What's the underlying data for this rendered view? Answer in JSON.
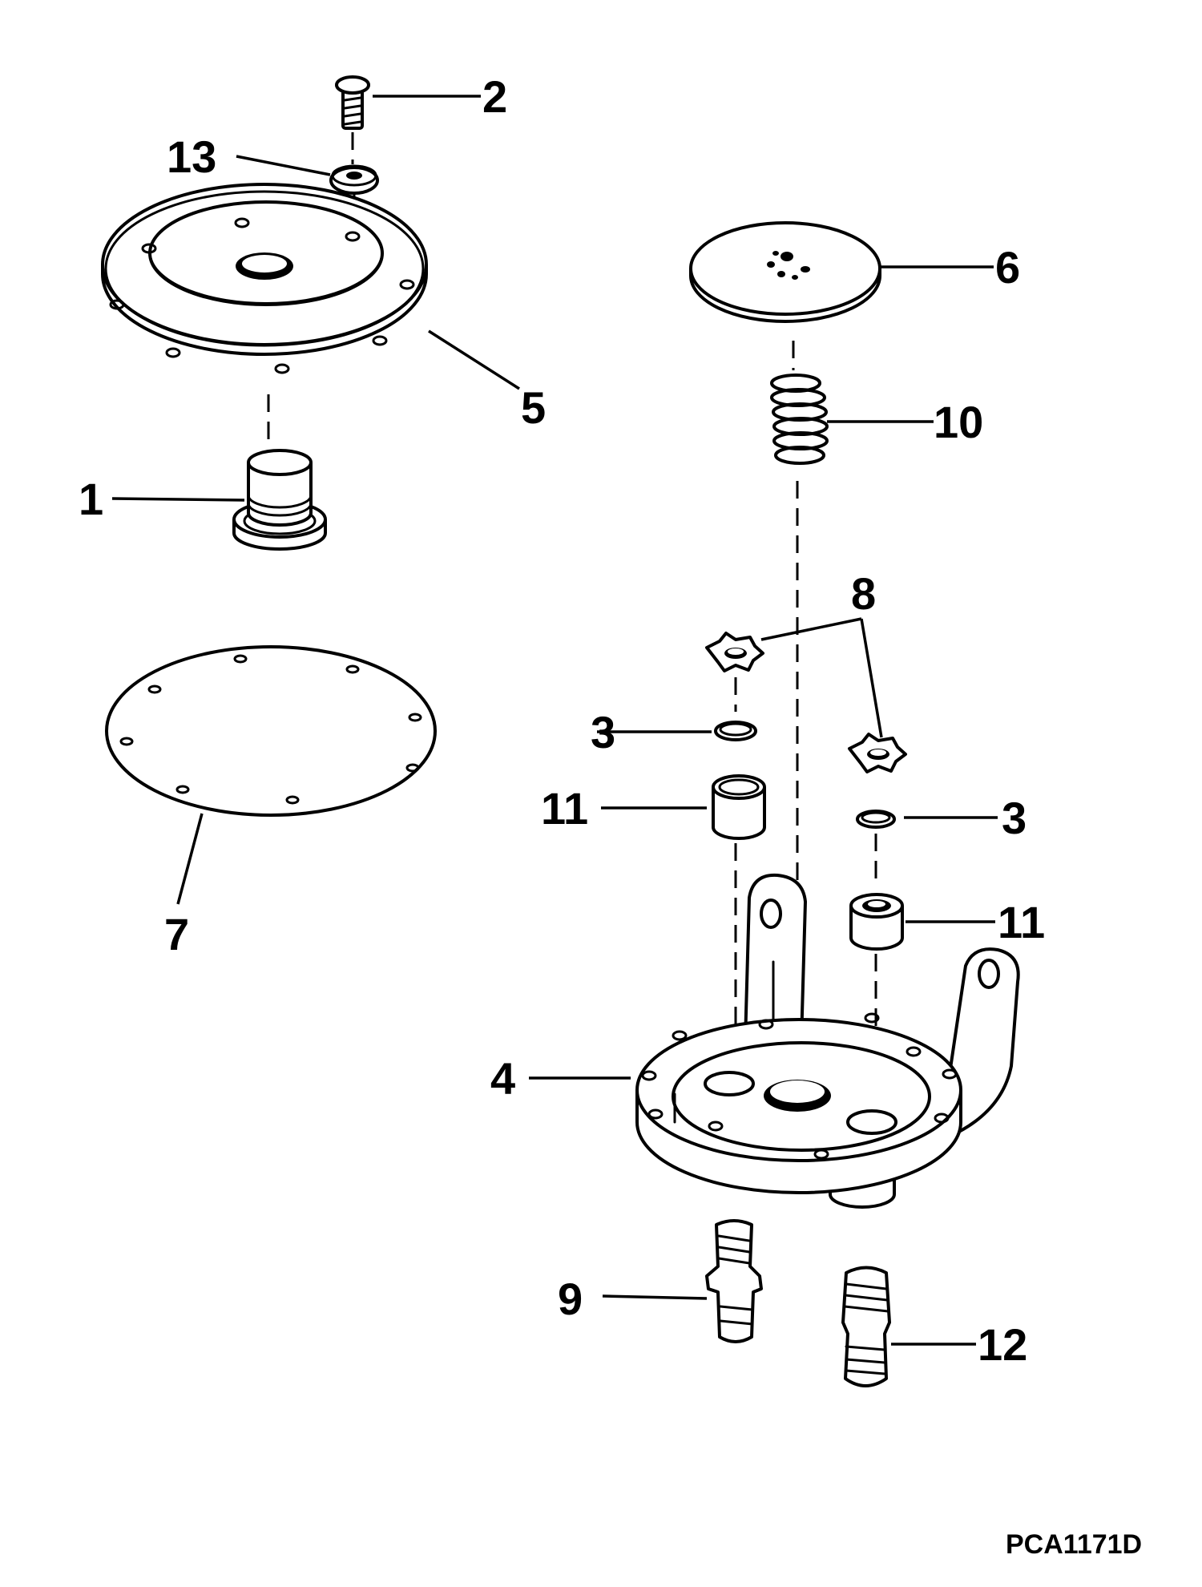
{
  "figure_code": "PCA1171D",
  "callouts": [
    "1",
    "2",
    "3",
    "3",
    "4",
    "5",
    "6",
    "7",
    "8",
    "9",
    "10",
    "11",
    "11",
    "12",
    "13"
  ]
}
